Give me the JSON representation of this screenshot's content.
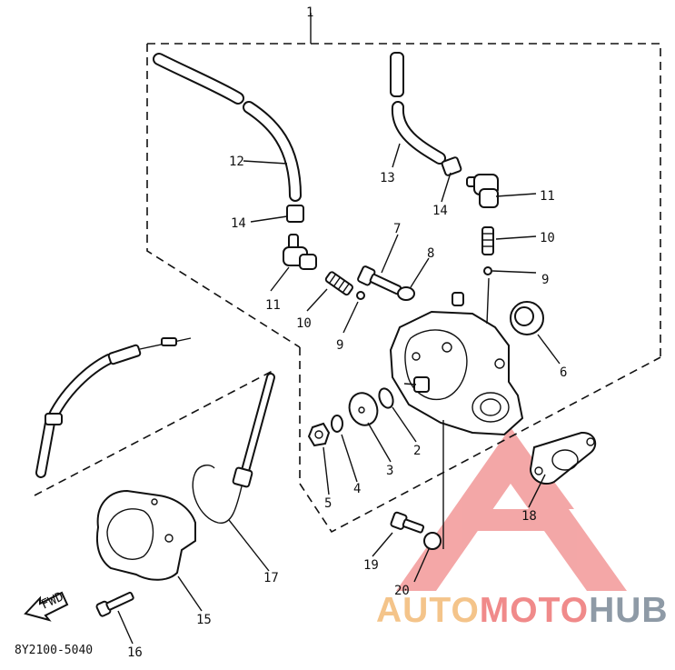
{
  "diagram": {
    "callouts": {
      "c1": "1",
      "c2": "2",
      "c3": "3",
      "c4": "4",
      "c5": "5",
      "c6": "6",
      "c7": "7",
      "c8": "8",
      "c9a": "9",
      "c9b": "9",
      "c10a": "10",
      "c10b": "10",
      "c11a": "11",
      "c11b": "11",
      "c12": "12",
      "c13": "13",
      "c14a": "14",
      "c14b": "14",
      "c15": "15",
      "c16": "16",
      "c17": "17",
      "c18": "18",
      "c19": "19",
      "c20": "20"
    },
    "arrow_label": "FWD",
    "part_code": "8Y2100-5040"
  },
  "watermark": {
    "word_a": "AUTO",
    "word_b": "MOTO",
    "word_c": "HUB",
    "colors": {
      "triangle": "#f08a8a",
      "auto": "#f4c48a",
      "moto": "#f08a8a",
      "hub": "#8e9aa6"
    }
  }
}
